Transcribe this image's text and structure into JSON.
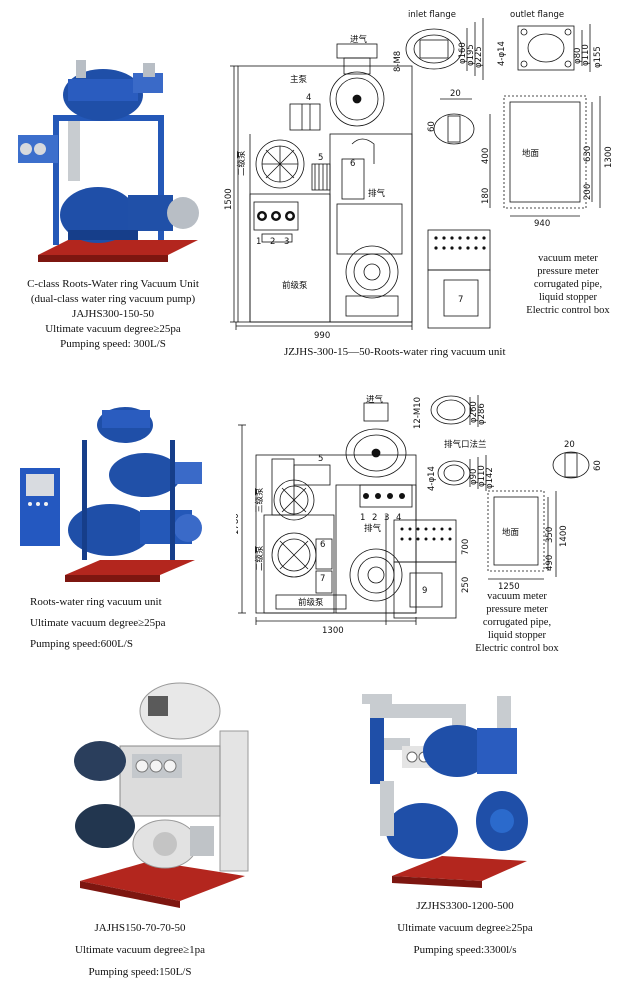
{
  "unit1": {
    "caption": {
      "line1": "C-class Roots-Water ring Vacuum Unit",
      "line2": "(dual-class water ring vacuum pump)",
      "model": "JAJHS300-150-50",
      "vacuum": "Ultimate vacuum degree≥25pa",
      "speed": "Pumping speed: 300L/S"
    }
  },
  "diagram1": {
    "inlet_flange": "inlet flange",
    "outlet_flange": "outlet flange",
    "jinqi": "进气",
    "zhubeng": "主泵",
    "paiqi": "排气",
    "qianjibeng": "前级泵",
    "er_ji_beng": "二级泵",
    "dimian": "地面",
    "bolt_in": "8-M8",
    "bolt_out": "4-φ14",
    "dim_160": "φ160",
    "dim_195": "φ195",
    "dim_225": "φ225",
    "dim_80": "φ80",
    "dim_110": "φ110",
    "dim_155": "φ155",
    "dim_1500": "1500",
    "dim_990": "990",
    "dim_20": "20",
    "dim_60": "60",
    "dim_400": "400",
    "dim_180": "180",
    "dim_630": "630",
    "dim_200": "200",
    "dim_1300": "1300",
    "dim_940": "940",
    "n1": "1",
    "n2": "2",
    "n3": "3",
    "n4": "4",
    "n5": "5",
    "n6": "6",
    "n7": "7",
    "legend": [
      "vacuum meter",
      "pressure meter",
      "corrugated pipe,",
      "liquid stopper",
      "Electric control box"
    ],
    "title": "JZJHS-300-15—50-Roots-water ring vacuum unit"
  },
  "unit2": {
    "caption": {
      "name": "Roots-water ring vacuum unit",
      "vacuum": "Ultimate vacuum degree≥25pa",
      "speed": "Pumping speed:600L/S"
    }
  },
  "diagram2": {
    "jinqi": "进气",
    "bolt_in": "12-M10",
    "dim_260": "φ260",
    "dim_286": "φ286",
    "paiqikou": "排气口法兰",
    "bolt_out": "4-φ14",
    "dim_90": "φ90",
    "dim_110": "φ110",
    "dim_142": "φ142",
    "dim_20": "20",
    "dim_60": "60",
    "dim_1780": "1780",
    "dim_1300": "1300",
    "dim_700": "700",
    "dim_250": "250",
    "dim_1250": "1250",
    "dim_350": "350",
    "dim_1400": "1400",
    "dim_490": "490",
    "sanji": "三级泵",
    "erji": "二级泵",
    "qianjibeng": "前级泵",
    "paiqi": "排气",
    "dimian": "地面",
    "n1": "1",
    "n2": "2",
    "n3": "3",
    "n4": "4",
    "n5": "5",
    "n6": "6",
    "n7": "7",
    "n9": "9",
    "legend": [
      "vacuum meter",
      "pressure meter",
      "corrugated pipe,",
      "liquid stopper",
      "Electric control box"
    ]
  },
  "unit3": {
    "caption": {
      "model": "JAJHS150-70-70-50",
      "vacuum": "Ultimate vacuum degree≥1pa",
      "speed": "Pumping speed:150L/S"
    }
  },
  "unit4": {
    "caption": {
      "model": "JZJHS3300-1200-500",
      "vacuum": "Ultimate vacuum degree≥25pa",
      "speed": "Pumping speed:3300l/s"
    }
  },
  "colors": {
    "pump_blue": "#1f4fa8",
    "frame_red": "#b3261e",
    "steel": "#c8ccd0",
    "frame_gray": "#d9d9d9"
  }
}
